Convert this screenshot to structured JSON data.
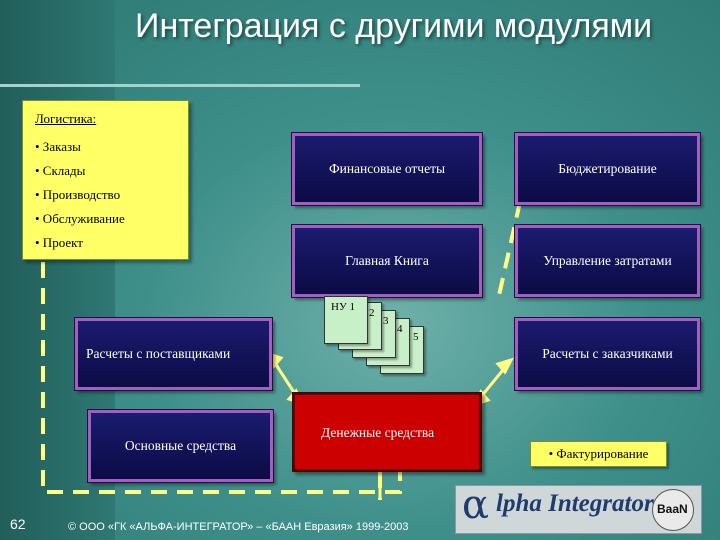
{
  "title": "Интеграция с другими модулями",
  "logistics": {
    "heading": "Логистика:",
    "items": [
      "• Заказы",
      "• Склады",
      "• Производство",
      "• Обслуживание",
      "• Проект"
    ]
  },
  "boxes": {
    "fin_reports": "Финансовые отчеты",
    "budgeting": "Бюджетирование",
    "general_ledger": "Главная Книга",
    "cost_management": "Управление затратами",
    "supplier_payments": "Расчеты с поставщиками",
    "customer_payments": "Расчеты с заказчиками",
    "fixed_assets": "Основные средства",
    "cash": "Денежные средства",
    "billing": "• Фактурирование"
  },
  "nu_cards": [
    "НУ 1",
    "2",
    "3",
    "4",
    "5"
  ],
  "logo": {
    "text": "lpha Integrator",
    "glyph": "α",
    "seal": "BaaN"
  },
  "page_number": "62",
  "footer": "© ООО «ГК «АЛЬФА-ИНТЕГРАТОР» – «БААН Евразия» 1999-2003",
  "colors": {
    "accent_box": "#0b0b45",
    "box_border": "#a060c0",
    "cash": "#cc0000",
    "note": "#ffff66",
    "dashes": "#ffff88"
  }
}
